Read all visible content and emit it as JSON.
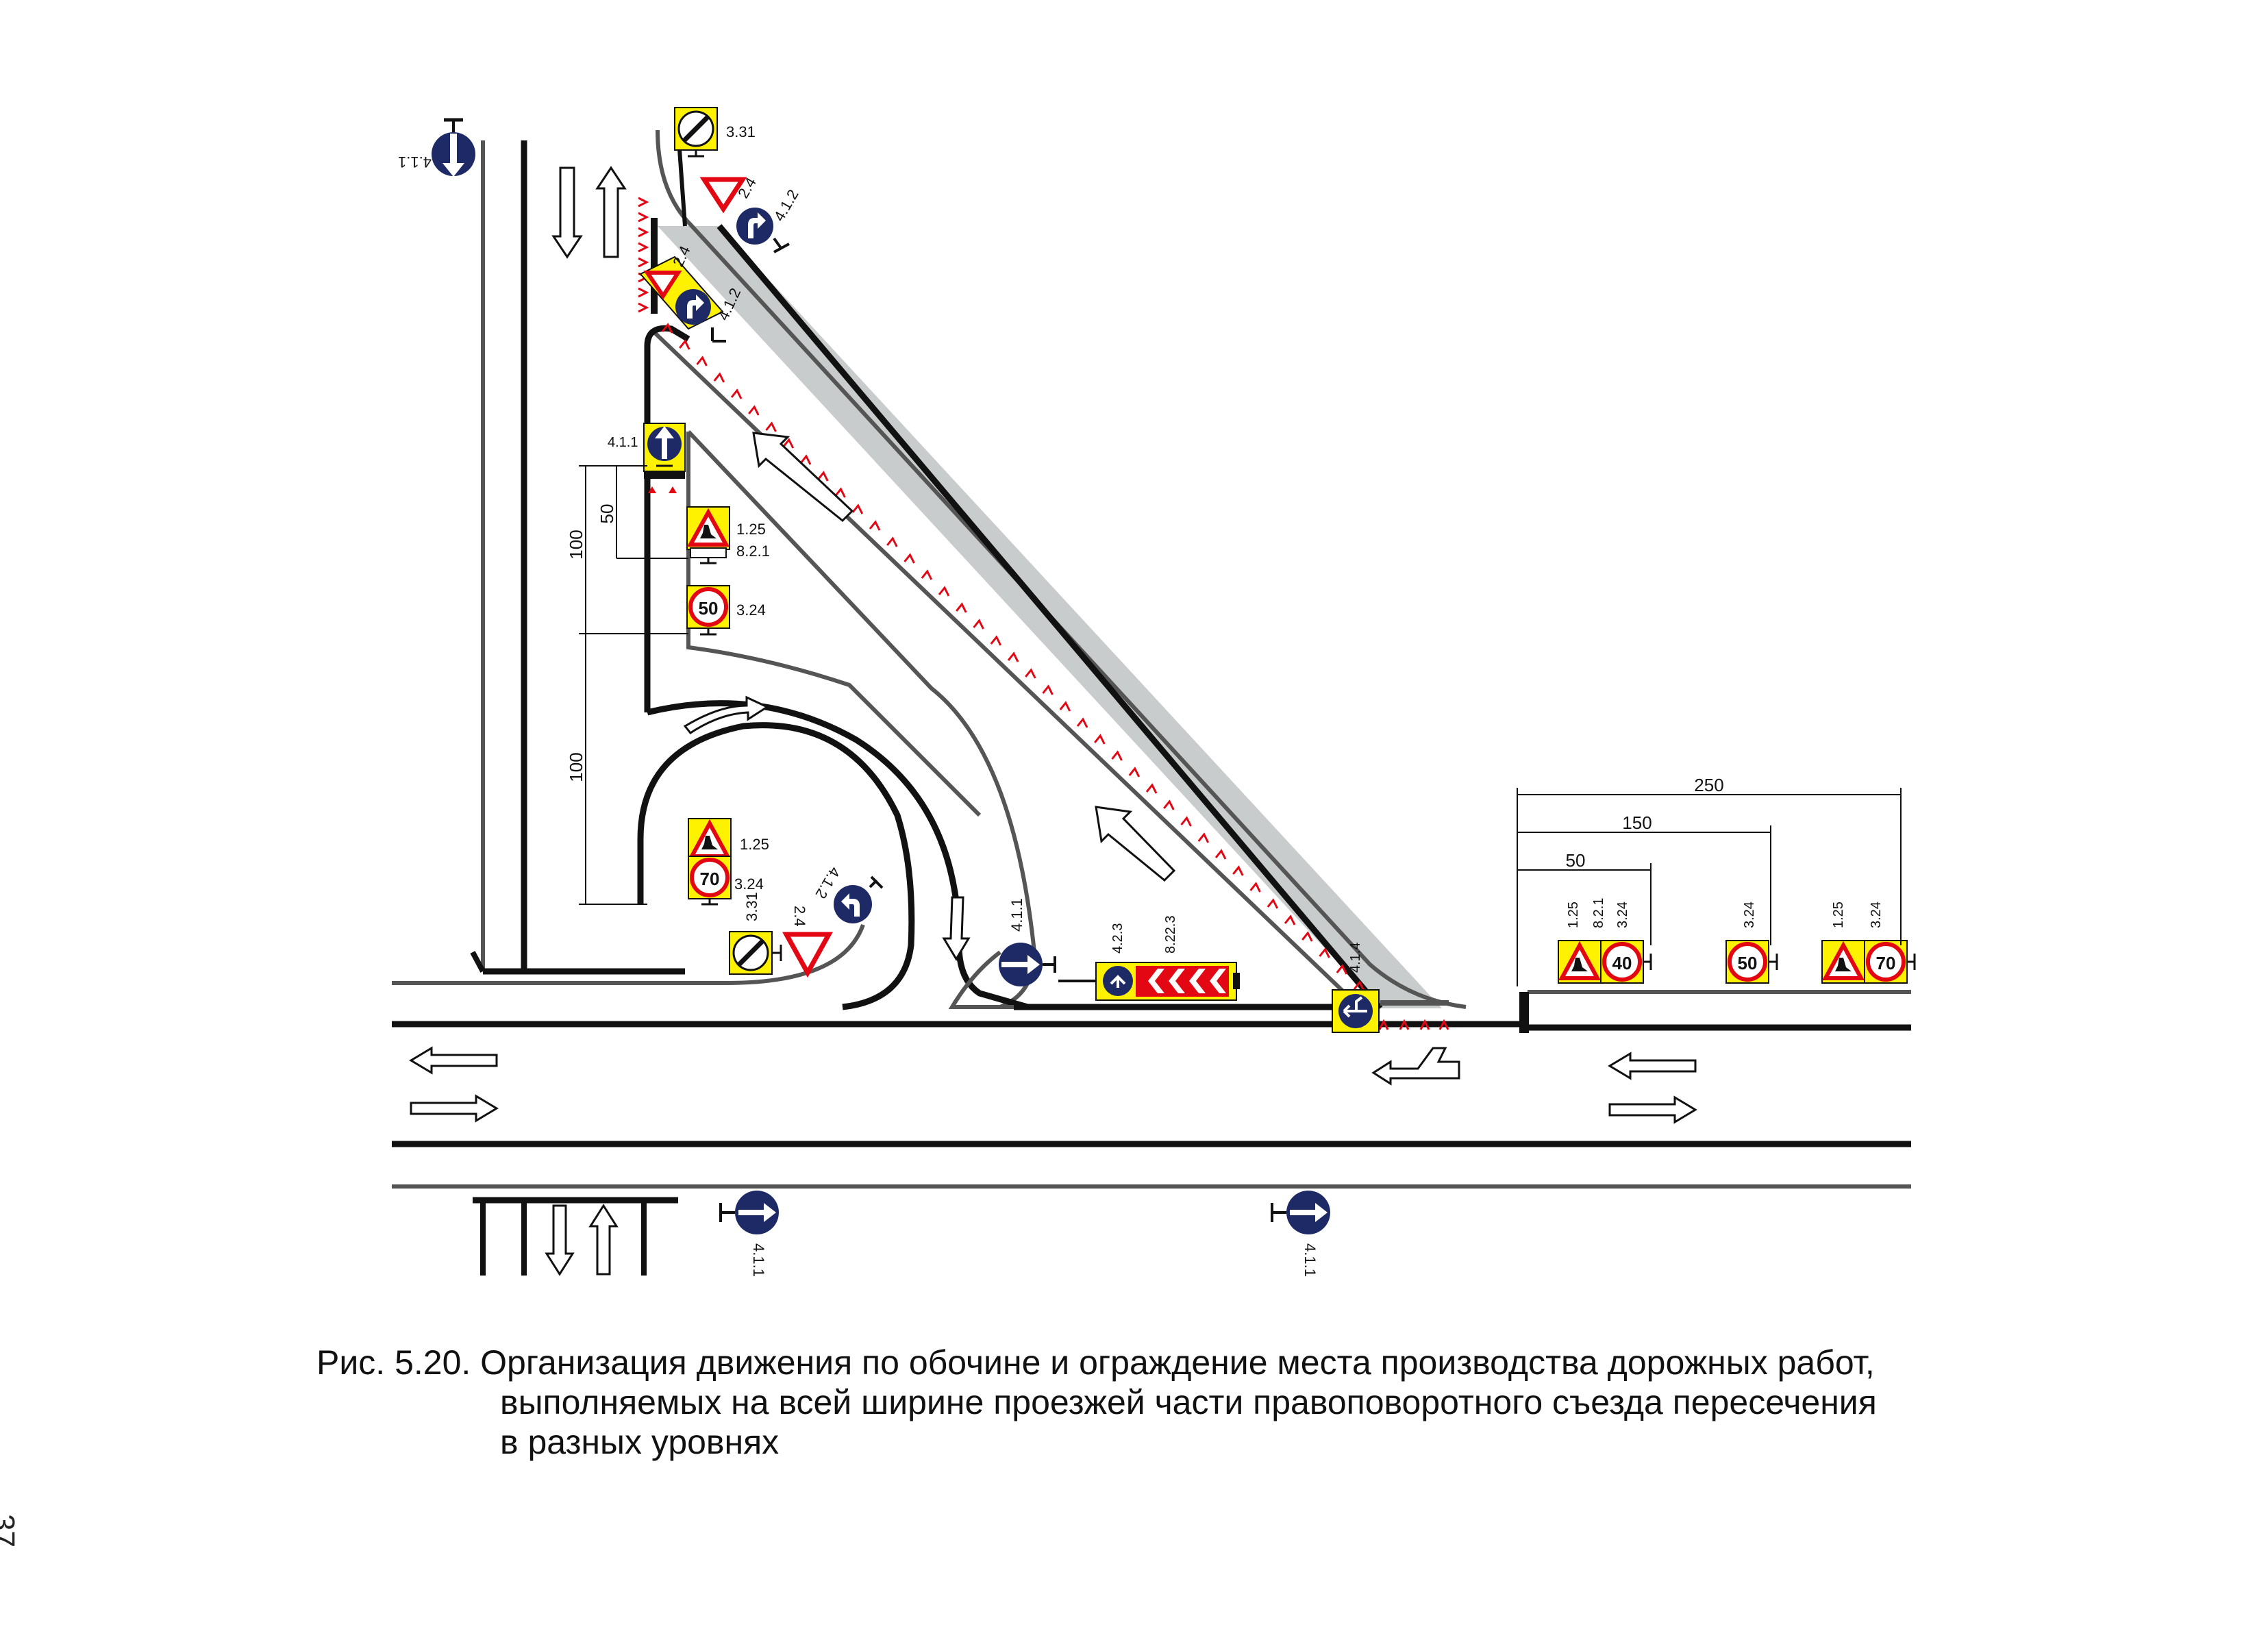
{
  "caption": {
    "lead": "Рис. 5.20. Организация движения по обочине и ограждение места производства  дорожных работ,",
    "line2": "выполняемых на  всей ширине проезжей части правоповоротного съезда пересечения",
    "line3": "в разных уровнях"
  },
  "page_number": "37",
  "sign_codes": {
    "s411_top": "4.1.1",
    "s331_top": "3.31",
    "s24_top": "2.4",
    "s412_top": "4.1.2",
    "s24_gate": "2.4",
    "s412_gate": "4.1.2",
    "s411_island": "4.1.1",
    "s125_island": "1.25",
    "s821_island": "8.2.1",
    "s324_island": "3.24",
    "speed_50": "50",
    "s125_loop": "1.25",
    "s324_loop": "3.24",
    "speed_70": "70",
    "s331_loop": "3.31",
    "s24_loop": "2.4",
    "s412_loop": "4.1.2",
    "s411_ramp": "4.1.1",
    "s423": "4.2.3",
    "s8223": "8.22.3",
    "s414": "4.1.4",
    "s411_bottom1": "4.1.1",
    "s411_bottom2": "4.1.1",
    "r_125a": "1.25",
    "r_821": "8.2.1",
    "r_324a": "3.24",
    "speed_40": "40",
    "r_324b": "3.24",
    "speed_50b": "50",
    "r_125b": "1.25",
    "r_324c": "3.24",
    "speed_70b": "70"
  },
  "dimensions": {
    "d50_left": "50",
    "d100_upper": "100",
    "d100_lower": "100",
    "d250": "250",
    "d150": "150",
    "d50_right": "50"
  },
  "colors": {
    "road_line": "#111111",
    "edge_line": "#555555",
    "work_zone": "#c9cccd",
    "sign_yellow": "#fff200",
    "sign_blue": "#1e2a66",
    "sign_red": "#e30613",
    "cone_red": "#e30613"
  }
}
